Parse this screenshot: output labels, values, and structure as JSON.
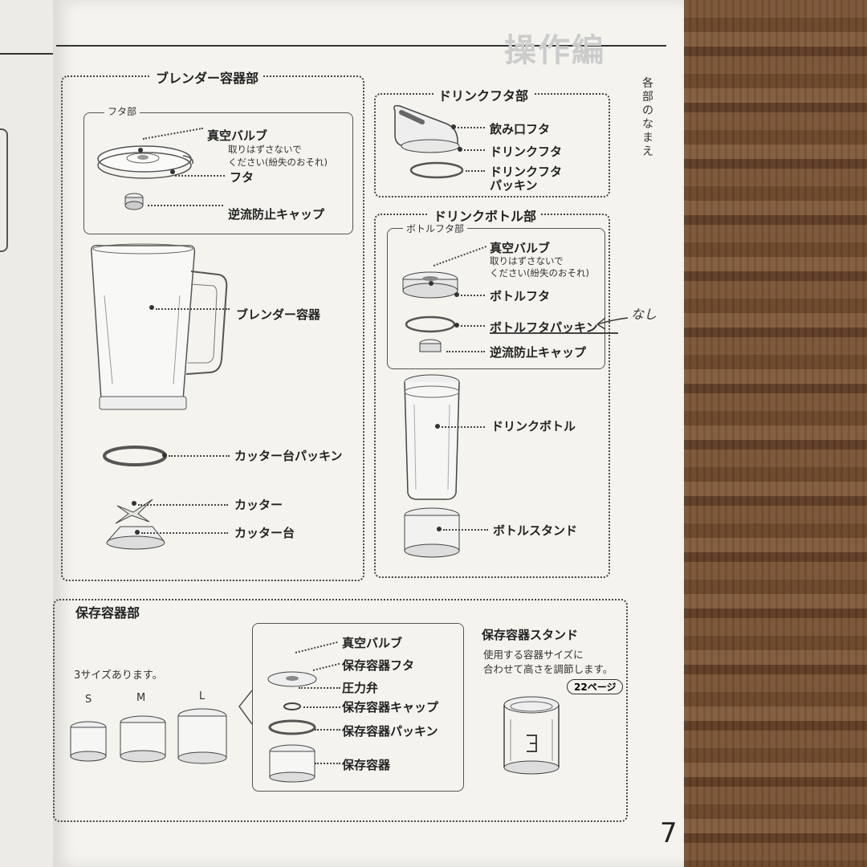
{
  "side_tab": "各部のなまえ",
  "page_number": "7",
  "header_ghost": "操作編",
  "blender": {
    "title": "ブレンダー容器部",
    "lid_group": "フタ部",
    "vacuum_valve": "真空バルブ",
    "vacuum_note1": "取りはずさないで",
    "vacuum_note2": "ください(紛失のおそれ)",
    "lid": "フタ",
    "check_cap": "逆流防止キャップ",
    "container": "ブレンダー容器",
    "cutter_packing": "カッター台パッキン",
    "cutter": "カッター",
    "cutter_base": "カッター台"
  },
  "drink_lid": {
    "title": "ドリンクフタ部",
    "spout_lid": "飲み口フタ",
    "drink_lid": "ドリンクフタ",
    "packing1": "ドリンクフタ",
    "packing2": "パッキン"
  },
  "drink_bottle": {
    "title": "ドリンクボトル部",
    "lid_group": "ボトルフタ部",
    "vacuum_valve": "真空バルブ",
    "vacuum_note1": "取りはずさないで",
    "vacuum_note2": "ください(紛失のおそれ)",
    "bottle_lid": "ボトルフタ",
    "bottle_packing": "ボトルフタパッキン",
    "check_cap": "逆流防止キャップ",
    "bottle": "ドリンクボトル",
    "stand": "ボトルスタンド",
    "handwritten": "なし"
  },
  "storage": {
    "title": "保存容器部",
    "sizes_note": "3サイズあります。",
    "size_s": "S",
    "size_m": "M",
    "size_l": "L",
    "vacuum_valve": "真空バルブ",
    "storage_lid": "保存容器フタ",
    "pressure_valve": "圧力弁",
    "storage_cap": "保存容器キャップ",
    "storage_packing": "保存容器パッキン",
    "storage_container": "保存容器",
    "stand_title": "保存容器スタンド",
    "stand_note1": "使用する容器サイズに",
    "stand_note2": "合わせて高さを調節します。",
    "page_ref": "22ページ"
  }
}
